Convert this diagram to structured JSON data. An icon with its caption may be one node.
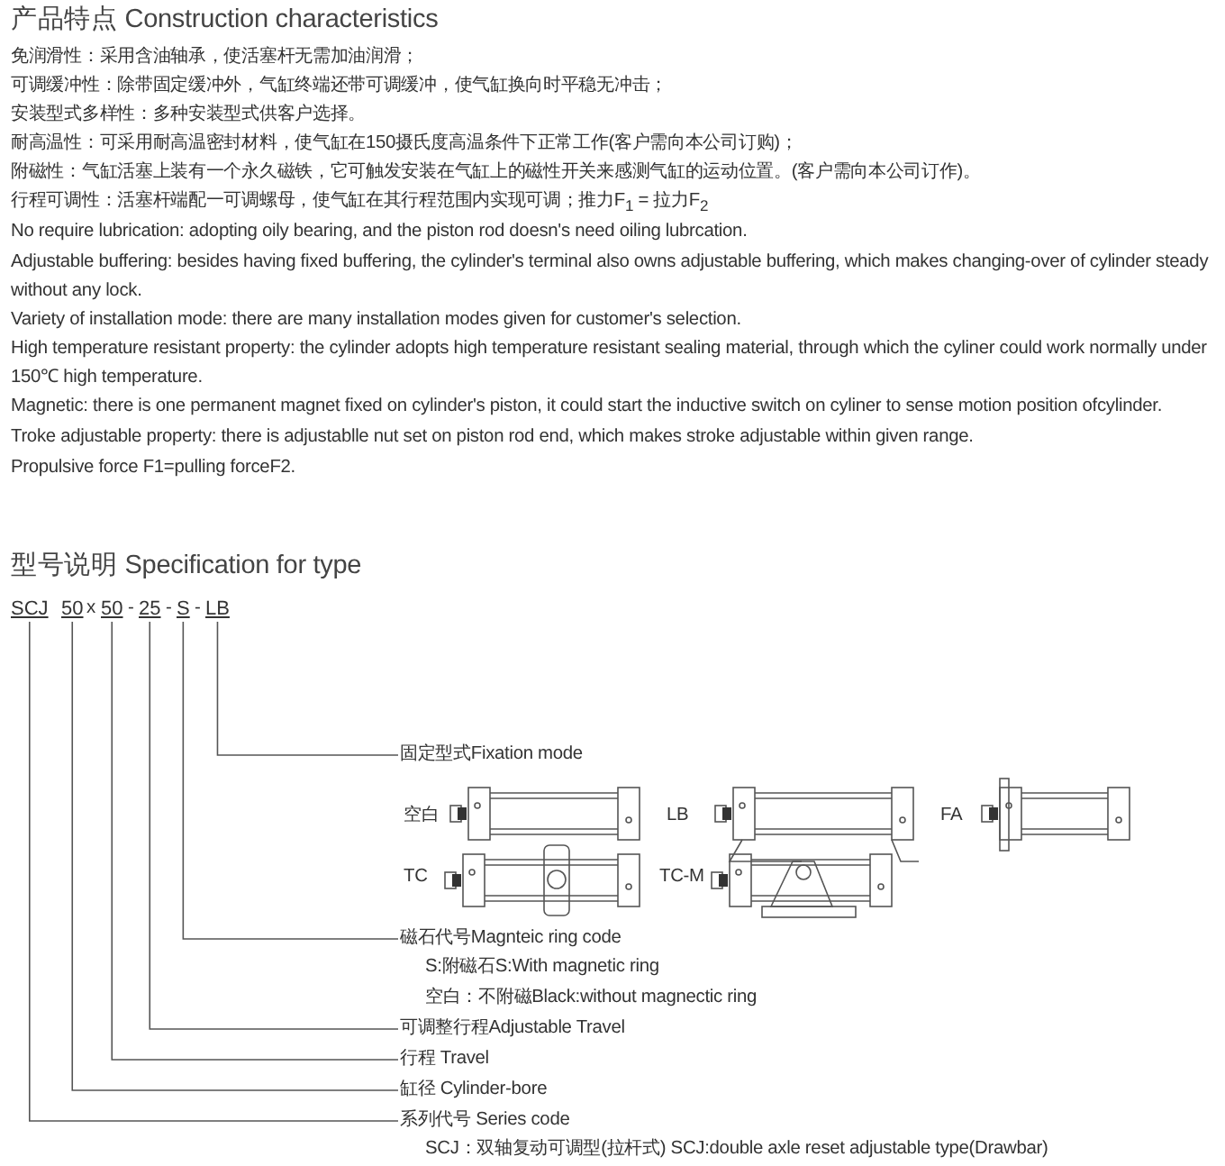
{
  "diagram": {
    "nodes": [
      {
        "text": [
          "SCJ"
        ]
      },
      {
        "text": [
          "50"
        ]
      },
      {
        "text": [
          "50"
        ]
      },
      {
        "text": [
          "25"
        ]
      },
      {
        "text": [
          "S"
        ]
      },
      {
        "text": [
          "LB"
        ]
      },
      {
        "text": [
          "固定型式Fixation mode"
        ]
      },
      {
        "text": [
          "磁石代号Magnteic ring code"
        ]
      },
      {
        "text": [
          "可调整行程Adjustable Travel"
        ]
      },
      {
        "text": [
          "行程 Travel"
        ]
      },
      {
        "text": [
          "缸径 Cylinder-bore"
        ]
      },
      {
        "text": [
          "系列代号 Series code"
        ]
      }
    ],
    "edges": [
      {
        "from": 5,
        "to": 6,
        "arrow": "none"
      },
      {
        "from": 4,
        "to": 7,
        "arrow": "none"
      },
      {
        "from": 3,
        "to": 8,
        "arrow": "none"
      },
      {
        "from": 2,
        "to": 9,
        "arrow": "none"
      },
      {
        "from": 1,
        "to": 10,
        "arrow": "none"
      },
      {
        "from": 0,
        "to": 11,
        "arrow": "none"
      }
    ],
    "labels": [
      "产品特点 Construction characteristics",
      "免润滑性：采用含油轴承，使活塞杆无需加油润滑；",
      "可调缓冲性：除带固定缓冲外，气缸终端还带可调缓冲，使气缸换向时平稳无冲击；",
      "安装型式多样性：多种安装型式供客户选择。",
      "耐高温性：可采用耐高温密封材料，使气缸在150摄氏度高温条件下正常工作(客户需向本公司订购)；",
      "附磁性：气缸活塞上装有一个永久磁铁，它可触发安装在气缸上的磁性开关来感测气缸的运动位置。(客户需向本公司订作)。",
      "行程可调性：活塞杆端配一可调螺母，使气缸在其行程范围内实现可调；推力F$_{1}$ = 拉力F$_{2}$",
      "No require lubrication: adopting oily bearing, and the piston rod doesn's need oiling lubrcation.",
      "Adjustable buffering: besides having fixed buffering, the cylinder's terminal also owns adjustable buffering, which makes changing-over of cylinder steady without any lock.",
      "Variety of installation mode: there are many installation modes given for customer's selection.",
      "High temperature resistant property: the cylinder adopts high temperature resistant sealing material, through which the cyliner could work normally under 150℃ high temperature.",
      "Magnetic: there is one permanent magnet fixed on cylinder's piston, it could start the inductive switch on cyliner to sense motion position ofcylinder.",
      "Troke adjustable property: there is adjustablle nut set on piston rod end, which makes stroke adjustable within given range.",
      "Propulsive force F1=pulling forceF2.",
      "型号说明 Specification for type",
      "x",
      "-",
      "-",
      "-",
      "空白",
      "LB",
      "FA",
      "TC",
      "TC-M",
      "S:附磁石S:With magnetic ring",
      "空白：不附磁Black:without magnectic ring",
      "SCJ：双轴复动可调型(拉杆式) SCJ:double axle reset adjustable type(Drawbar)"
    ]
  }
}
